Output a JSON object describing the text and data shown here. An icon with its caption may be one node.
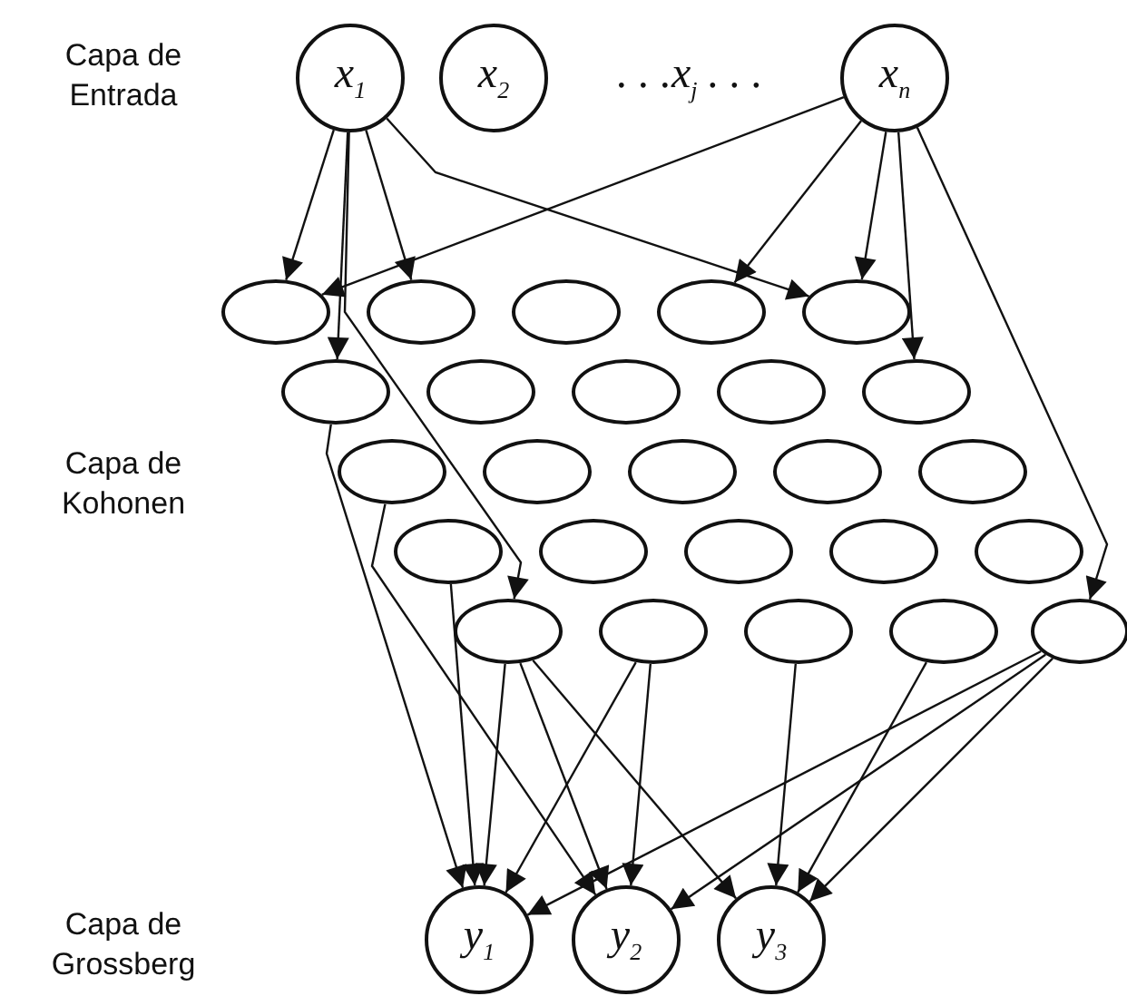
{
  "diagram": {
    "nodes": [
      {
        "text": [
          "x$_{1}$"
        ]
      },
      {
        "text": [
          "x$_{2}$"
        ]
      },
      {
        "text": [
          "x$_{n}$"
        ]
      },
      {
        "text": [],
        "shape": "ellipse"
      },
      {
        "text": [],
        "shape": "ellipse"
      },
      {
        "text": [],
        "shape": "ellipse"
      },
      {
        "text": [],
        "shape": "ellipse"
      },
      {
        "text": [],
        "shape": "ellipse"
      },
      {
        "text": [],
        "shape": "ellipse"
      },
      {
        "text": [],
        "shape": "ellipse"
      },
      {
        "text": [],
        "shape": "ellipse"
      },
      {
        "text": [],
        "shape": "ellipse"
      },
      {
        "text": [],
        "shape": "ellipse"
      },
      {
        "text": [],
        "shape": "ellipse"
      },
      {
        "text": [],
        "shape": "ellipse"
      },
      {
        "text": [],
        "shape": "ellipse"
      },
      {
        "text": [],
        "shape": "ellipse"
      },
      {
        "text": [],
        "shape": "ellipse"
      },
      {
        "text": [],
        "shape": "ellipse"
      },
      {
        "text": [],
        "shape": "ellipse"
      },
      {
        "text": [],
        "shape": "ellipse"
      },
      {
        "text": [],
        "shape": "ellipse"
      },
      {
        "text": [],
        "shape": "ellipse"
      },
      {
        "text": [],
        "shape": "ellipse"
      },
      {
        "text": [],
        "shape": "ellipse"
      },
      {
        "text": [],
        "shape": "ellipse"
      },
      {
        "text": [],
        "shape": "ellipse"
      },
      {
        "text": [],
        "shape": "ellipse"
      },
      {
        "text": [
          "y$_{1}$"
        ]
      },
      {
        "text": [
          "y$_{2}$"
        ]
      },
      {
        "text": [
          "y$_{3}$"
        ]
      }
    ],
    "edges": [
      {
        "from": 0,
        "to": 3,
        "arrow": "to"
      },
      {
        "from": 0,
        "to": 8,
        "arrow": "to"
      },
      {
        "from": 0,
        "to": 4,
        "arrow": "to"
      },
      {
        "from": 0,
        "to": 23,
        "arrow": "to"
      },
      {
        "from": 0,
        "to": 7,
        "arrow": "to"
      },
      {
        "from": 2,
        "to": 3,
        "arrow": "to"
      },
      {
        "from": 2,
        "to": 6,
        "arrow": "to"
      },
      {
        "from": 2,
        "to": 7,
        "arrow": "to"
      },
      {
        "from": 2,
        "to": 12,
        "arrow": "to"
      },
      {
        "from": 2,
        "to": 27,
        "arrow": "to"
      },
      {
        "from": 8,
        "to": 28,
        "arrow": "to"
      },
      {
        "from": 18,
        "to": 28,
        "arrow": "to"
      },
      {
        "from": 23,
        "to": 28,
        "arrow": "to"
      },
      {
        "from": 24,
        "to": 28,
        "arrow": "to"
      },
      {
        "from": 27,
        "to": 28,
        "arrow": "to"
      },
      {
        "from": 13,
        "to": 29,
        "arrow": "to"
      },
      {
        "from": 23,
        "to": 29,
        "arrow": "to"
      },
      {
        "from": 24,
        "to": 29,
        "arrow": "to"
      },
      {
        "from": 27,
        "to": 29,
        "arrow": "to"
      },
      {
        "from": 23,
        "to": 30,
        "arrow": "to"
      },
      {
        "from": 25,
        "to": 30,
        "arrow": "to"
      },
      {
        "from": 26,
        "to": 30,
        "arrow": "to"
      },
      {
        "from": 27,
        "to": 30,
        "arrow": "to"
      }
    ],
    "labels": [
      "Capa de Entrada",
      ". . .x$_{j}$ . . .",
      "Capa de Kohonen",
      "Capa de Grossberg"
    ]
  }
}
